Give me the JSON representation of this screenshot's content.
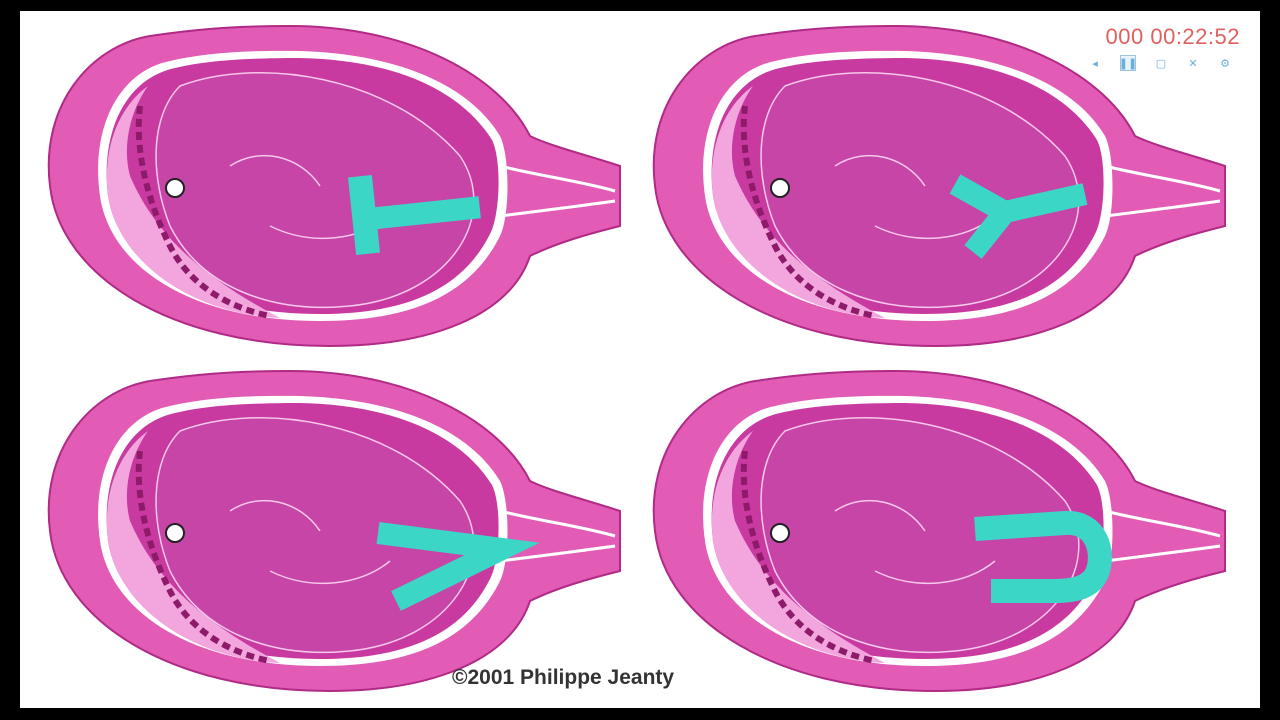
{
  "player": {
    "timer": "000 00:22:52",
    "controls": [
      {
        "name": "prev-icon",
        "glyph": "◂"
      },
      {
        "name": "pause-icon",
        "glyph": "❚❚"
      },
      {
        "name": "window-icon",
        "glyph": "▢"
      },
      {
        "name": "fullscreen-icon",
        "glyph": "✕"
      },
      {
        "name": "settings-icon",
        "glyph": "⚙"
      }
    ]
  },
  "panels": [
    {
      "letter": "T"
    },
    {
      "letter": "Y"
    },
    {
      "letter": "V"
    },
    {
      "letter": "U"
    }
  ],
  "credit": "©2001 Philippe Jeanty",
  "colors": {
    "outer_wall": "#e25bb4",
    "cavity": "#c93aa0",
    "fetus": "#c645a6",
    "amniotic": "#f2a6dd",
    "letter": "#3cd6c6"
  }
}
